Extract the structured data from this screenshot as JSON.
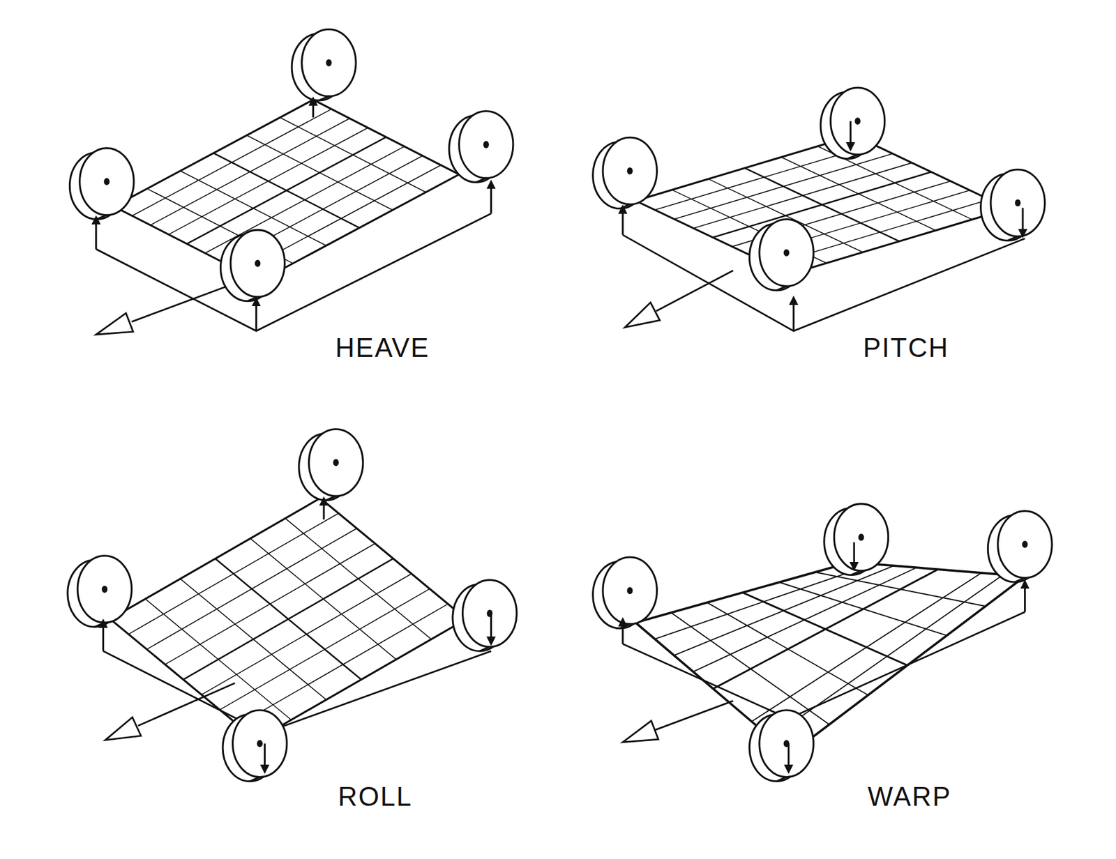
{
  "diagram": {
    "labels": [
      "HEAVE",
      "PITCH",
      "ROLL",
      "WARP"
    ]
  }
}
